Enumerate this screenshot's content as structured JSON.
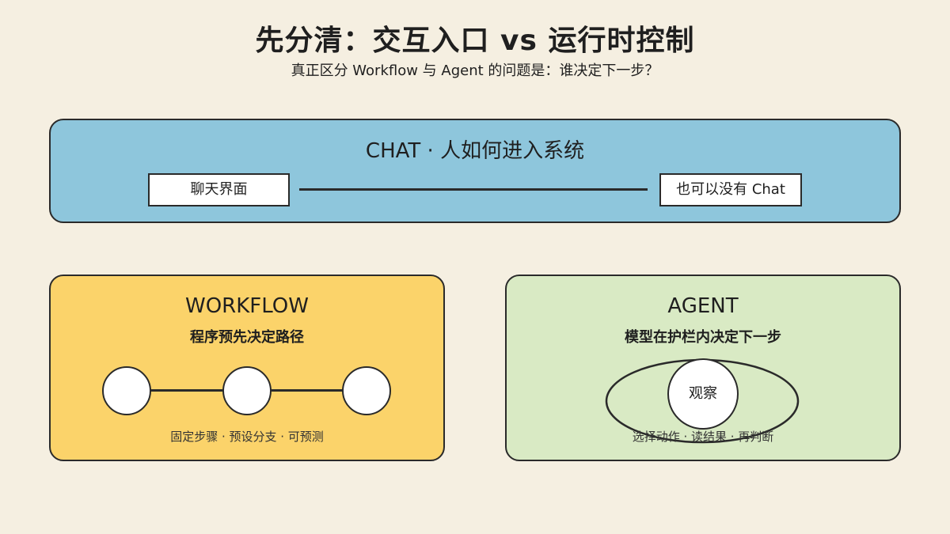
{
  "header": {
    "title": "先分清：交互入口 vs 运行时控制",
    "subtitle": "真正区分 Workflow 与 Agent 的问题是：谁决定下一步？"
  },
  "chat": {
    "title": "CHAT · 人如何进入系统",
    "left_label": "聊天界面",
    "right_label": "也可以没有 Chat"
  },
  "workflow": {
    "title": "WORKFLOW",
    "subtitle": "程序预先决定路径",
    "footer": "固定步骤 · 预设分支 · 可预测"
  },
  "agent": {
    "title": "AGENT",
    "subtitle": "模型在护栏内决定下一步",
    "center_label": "观察",
    "footer": "选择动作 · 读结果 · 再判断"
  },
  "colors": {
    "background": "#f5efe1",
    "chat_panel": "#8ec6dc",
    "workflow_panel": "#fbd36a",
    "agent_panel": "#d9eac4",
    "stroke": "#2a2a2a"
  }
}
